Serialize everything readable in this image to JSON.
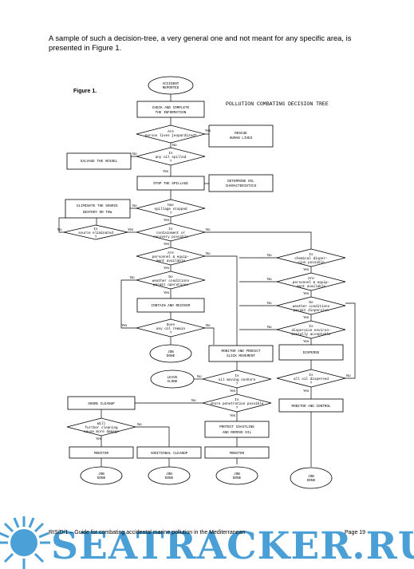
{
  "intro_text": "A sample of such a decision-tree, a very general one and not meant for any specific area, is presented in Figure 1.",
  "figure_label": "Figure 1.",
  "diagram_title": "POLLUTION COMBATING DECISION TREE",
  "nodes": {
    "accident": {
      "line1": "ACCIDENT",
      "line2": "REPORTED"
    },
    "check": {
      "line1": "CHECK AND COMPLETE",
      "line2": "THE INFORMATION"
    },
    "persons": {
      "line1": "Are",
      "line2": "person lives jeopardized?"
    },
    "rescue": {
      "line1": "RESCUE",
      "line2": "HUMAN LIVES"
    },
    "oil_spilled": {
      "line1": "Is",
      "line2": "any oil spilled",
      "line3": "?"
    },
    "salvage": {
      "line1": "SALVAGE THE VESSEL",
      "line2": ""
    },
    "stop": {
      "line1": "STOP THE SPILLAGE",
      "line2": ""
    },
    "determine": {
      "line1": "DETERMINE OIL",
      "line2": "CHARACTERISTICS"
    },
    "spillage": {
      "line1": "Has",
      "line2": "spillage stopped",
      "line3": "?"
    },
    "eliminate": {
      "line1": "ELIMINATE THE SOURCE",
      "line2": "DESTROY OR TOW"
    },
    "source": {
      "line1": "Is",
      "line2": "source eliminated",
      "line3": "?"
    },
    "containment": {
      "line1": "Is",
      "line2": "containment or",
      "line3": "recovery possible"
    },
    "personnel1": {
      "line1": "Are",
      "line2": "personnel & equip-",
      "line3": "ment available"
    },
    "weather1": {
      "line1": "Do",
      "line2": "weather conditions",
      "line3": "permit operations"
    },
    "contain": {
      "line1": "CONTAIN AND RECOVER",
      "line2": ""
    },
    "oil_remain": {
      "line1": "Does",
      "line2": "any oil remain",
      "line3": "?"
    },
    "job_done_1": {
      "line1": "JOB",
      "line2": "DONE"
    },
    "leave_alone": {
      "line1": "LEAVE",
      "line2": "ALONE"
    },
    "monitor_predict": {
      "line1": "MONITOR AND PREDICT",
      "line2": "SLICK MOVEMENT"
    },
    "chemical": {
      "line1": "Is",
      "line2": "chemical disper-",
      "line3": "sion possible"
    },
    "personnel2": {
      "line1": "Are",
      "line2": "personnel & equip-",
      "line3": "ment available"
    },
    "weather2": {
      "line1": "Do",
      "line2": "weather conditions",
      "line3": "permit dispersion"
    },
    "dispersion_env": {
      "line1": "Is",
      "line2": "dispersion environ-",
      "line3": "mentally acceptable"
    },
    "disperse": {
      "line1": "DISPERSE",
      "line2": ""
    },
    "oil_moving": {
      "line1": "Is",
      "line2": "oil moving onshore",
      "line3": "?"
    },
    "oil_dispersed": {
      "line1": "Is",
      "line2": "all oil dispersed",
      "line3": "?"
    },
    "shore_pen": {
      "line1": "Is",
      "line2": "shore penetration possible",
      "line3": "?"
    },
    "monitor_control": {
      "line1": "MONITOR AND CONTROL",
      "line2": ""
    },
    "shore_cleanup": {
      "line1": "SHORE CLEANUP",
      "line2": ""
    },
    "will_cleaning": {
      "line1": "Will",
      "line2": "further cleaning",
      "line3": "cause more damage"
    },
    "protect": {
      "line1": "PROTECT COASTLINE",
      "line2": "AND REMOVE OIL"
    },
    "monitor_a": {
      "line1": "MONITOR",
      "line2": ""
    },
    "additional": {
      "line1": "ADDITIONAL CLEANUP",
      "line2": ""
    },
    "monitor_b": {
      "line1": "MONITOR",
      "line2": ""
    },
    "job_done_2": {
      "line1": "JOB",
      "line2": "DONE"
    },
    "job_done_3": {
      "line1": "JOB",
      "line2": "DONE"
    },
    "job_done_4": {
      "line1": "JOB",
      "line2": "DONE"
    },
    "job_done_5": {
      "line1": "JOB",
      "line2": "DONE"
    }
  },
  "edge_labels": {
    "yes": "Yes",
    "no": "No"
  },
  "footer": {
    "text": "RIS/D/1 – Guide for combating accidental marine pollution in the Mediterranean",
    "page": "Page 19"
  },
  "watermark": "SEATRACKER.RU",
  "colors": {
    "watermark": "#2b8fd0",
    "ink": "#000000"
  }
}
